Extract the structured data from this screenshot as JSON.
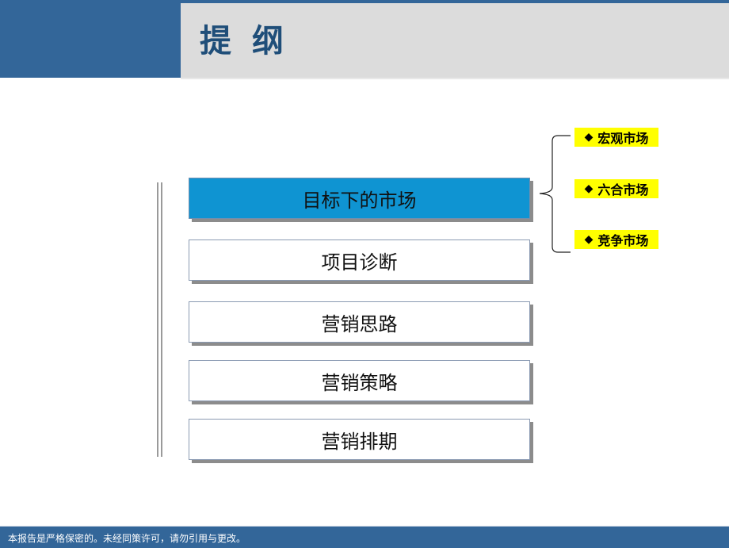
{
  "header": {
    "title": "提 纲"
  },
  "outline": {
    "items": [
      {
        "label": "目标下的市场",
        "active": true
      },
      {
        "label": "项目诊断",
        "active": false
      },
      {
        "label": "营销思路",
        "active": false
      },
      {
        "label": "营销策略",
        "active": false
      },
      {
        "label": "营销排期",
        "active": false
      }
    ]
  },
  "submarkets": {
    "bullet": "◆",
    "items": [
      {
        "label": "宏观市场"
      },
      {
        "label": "六合市场"
      },
      {
        "label": "竞争市场"
      }
    ]
  },
  "footer": {
    "text": "本报告是严格保密的。未经同策许可，请勿引用与更改。"
  },
  "colors": {
    "brand_blue": "#336699",
    "active_box": "#0f94d2",
    "highlight": "#ffff00",
    "header_grey": "#dcdcdc"
  }
}
